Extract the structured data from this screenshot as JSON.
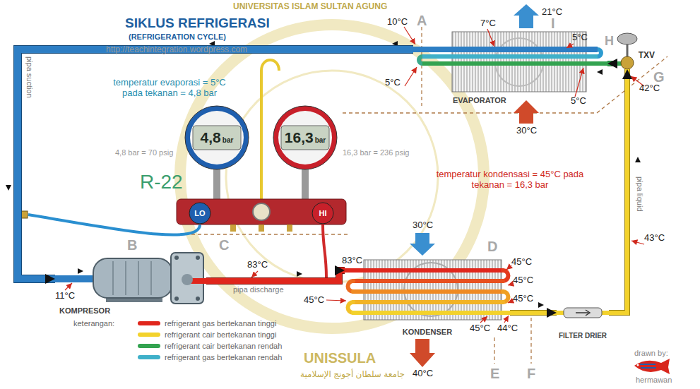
{
  "diagram": {
    "title": "SIKLUS REFRIGERASI",
    "nodes": [
      {
        "text": [
          "EVAPORATOR"
        ]
      },
      {
        "text": [
          "TXV"
        ]
      },
      {
        "text": [
          "4,8",
          "bar"
        ]
      },
      {
        "text": [
          "16,3",
          "bar"
        ]
      },
      {
        "text": [
          "LO"
        ]
      },
      {
        "text": [
          "HI"
        ]
      },
      {
        "text": [
          "KOMPRESOR"
        ]
      },
      {
        "text": [
          "KONDENSER"
        ]
      },
      {
        "text": [
          "FILTER DRIER"
        ]
      }
    ],
    "edges": [
      {
        "from": 0,
        "to": 6,
        "arrow": "to",
        "label": "pipa suction"
      },
      {
        "from": 6,
        "to": 7,
        "arrow": "to",
        "label": "pipa discharge"
      },
      {
        "from": 7,
        "to": 8,
        "arrow": "to"
      },
      {
        "from": 8,
        "to": 1,
        "arrow": "to",
        "label": "pipa liquid"
      },
      {
        "from": 1,
        "to": 0,
        "arrow": "to"
      }
    ],
    "labels": [
      "(REFRIGERATION CYCLE)",
      "http://teachintegration.wordpress.com",
      "UNIVERSITAS ISLAM SULTAN AGUNG",
      "10°C",
      "A",
      "7°C",
      "I",
      "21°C",
      "5°C",
      "H",
      "5°C",
      "5°C",
      "G",
      "42°C",
      "30°C",
      "temperatur evaporasi = 5°C pada tekanan = 4,8 bar",
      "4,8 bar = 70 psig",
      "16,3 bar = 236 psig",
      "R-22",
      "temperatur kondensasi = 45°C pada tekanan = 16,3 bar",
      "30°C",
      "B",
      "C",
      "D",
      "83°C",
      "83°C",
      "45°C",
      "45°C",
      "11°C",
      "45°C",
      "45°C",
      "43°C",
      "keterangan:",
      "45°C",
      "44°C",
      "UNISSULA",
      "E",
      "F",
      "40°C",
      "جامعة سلطان أجونج الإسلامية",
      "drawn by:",
      "hermawan"
    ],
    "legend": [
      {
        "text": "refrigerant gas bertekanan tinggi",
        "color": "#e0261c"
      },
      {
        "text": "refrigerant cair bertekanan tinggi",
        "color": "#f3d22c"
      },
      {
        "text": "refrigerant cair bertekanan rendah",
        "color": "#33a350"
      },
      {
        "text": "refrigerant gas bertekanan rendah",
        "color": "#3fb0c9"
      }
    ]
  }
}
